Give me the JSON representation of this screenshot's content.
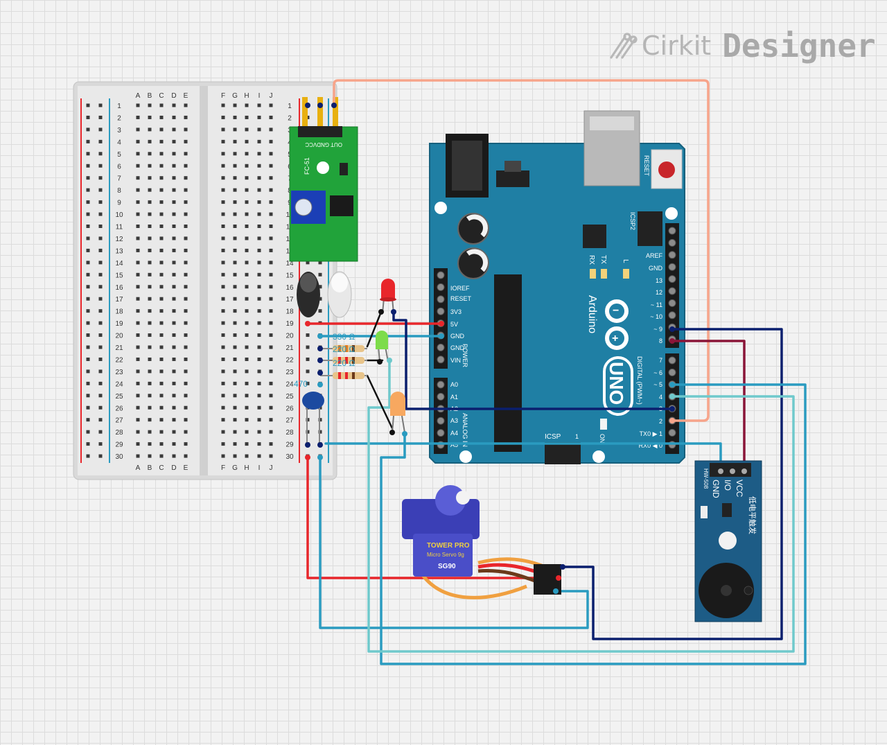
{
  "logo": {
    "brand": "Cirkit",
    "product": "Designer"
  },
  "breadboard": {
    "col_letters_left": [
      "A",
      "B",
      "C",
      "D",
      "E"
    ],
    "col_letters_right": [
      "F",
      "G",
      "H",
      "I",
      "J"
    ],
    "row_numbers": [
      "1",
      "2",
      "3",
      "4",
      "5",
      "6",
      "7",
      "8",
      "9",
      "10",
      "11",
      "12",
      "13",
      "14",
      "15",
      "16",
      "17",
      "18",
      "19",
      "20",
      "21",
      "22",
      "23",
      "24",
      "25",
      "26",
      "27",
      "28",
      "29",
      "30"
    ]
  },
  "ir_module": {
    "model": "FC-51",
    "pins": "OUT GNDVCC"
  },
  "resistors": {
    "r1": "330 Ω",
    "r2": "220 Ω",
    "r3": "220 Ω"
  },
  "capacitor": {
    "value": "470"
  },
  "arduino": {
    "brand": "Arduino",
    "model": "UNO",
    "reset": "RESET",
    "icsp2": "ICSP2",
    "icsp": "ICSP",
    "icsp_one": "1",
    "on": "ON",
    "rx": "RX",
    "tx": "TX",
    "l": "L",
    "power_header": "POWER",
    "analog_header": "ANALOG IN",
    "digital_header": "DIGITAL (PWM~)",
    "power_pins": [
      "IOREF",
      "RESET",
      "3V3",
      "5V",
      "GND",
      "GND",
      "VIN"
    ],
    "analog_pins": [
      "A0",
      "A1",
      "A2",
      "A3",
      "A4",
      "A5"
    ],
    "top_pins": [
      "AREF",
      "GND",
      "13",
      "12",
      "~ 11",
      "~ 10",
      "~ 9",
      "8"
    ],
    "digital_pins": [
      "7",
      "~ 6",
      "~ 5",
      "4",
      "~ 3",
      "2",
      "TX0 ▶ 1",
      "RX0 ◀ 0"
    ]
  },
  "buzzer": {
    "brand": "HW-508",
    "pins": [
      "GND",
      "I/O",
      "VCC"
    ],
    "chinese": "低电平触发"
  },
  "servo": {
    "brand": "TOWER PRO",
    "model": "Micro Servo 9g",
    "code": "SG90"
  },
  "colors": {
    "red_wire": "#e8262b",
    "navy_wire": "#0b1f6e",
    "maroon_wire": "#8a1538",
    "teal_wire": "#2a9bc0",
    "light_teal_wire": "#6fc9cc",
    "salmon_wire": "#f7a48a",
    "black_wire": "#111111",
    "arduino_board": "#1f7fa4",
    "ir_board": "#21a33a",
    "buzzer_board": "#1d5c86"
  }
}
